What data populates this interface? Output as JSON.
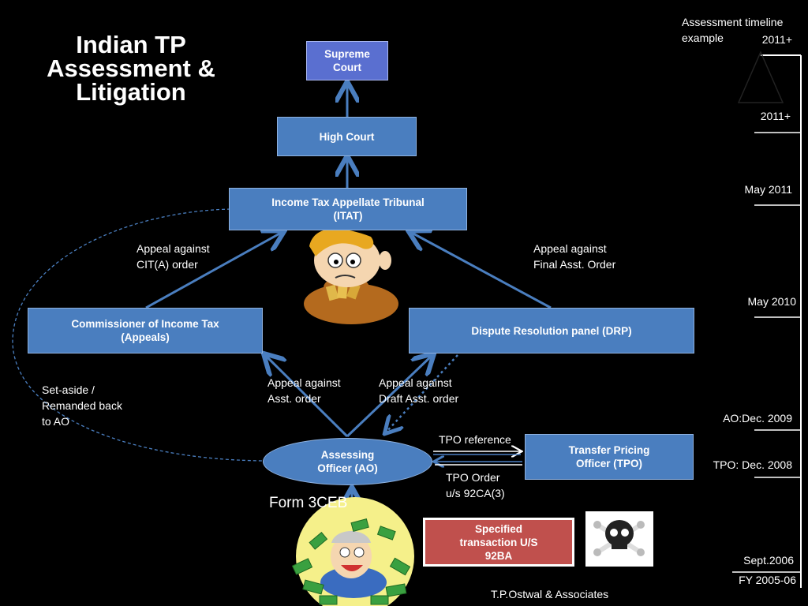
{
  "title": [
    "Indian TP",
    "Assessment &",
    "Litigation"
  ],
  "boxes": {
    "supreme_court": "Supreme Court",
    "high_court": "High Court",
    "itat": [
      "Income Tax Appellate Tribunal",
      "(ITAT)"
    ],
    "cita": [
      "Commissioner of Income Tax",
      "(Appeals)"
    ],
    "drp": "Dispute Resolution panel (DRP)",
    "ao": [
      "Assessing",
      "Officer (AO)"
    ],
    "tpo": [
      "Transfer Pricing",
      "Officer (TPO)"
    ],
    "specified": [
      "Specified",
      "transaction U/S",
      "92BA"
    ]
  },
  "labels": {
    "appeal_cita": [
      "Appeal against",
      "CIT(A) order"
    ],
    "appeal_final": [
      "Appeal against",
      "Final Asst. Order"
    ],
    "appeal_asst": [
      "Appeal against",
      "Asst. order"
    ],
    "appeal_draft": [
      "Appeal against",
      "Draft Asst. order"
    ],
    "set_aside": [
      "Set-aside /",
      "Remanded back",
      "to AO"
    ],
    "tpo_reference": "TPO reference",
    "tpo_order": [
      "TPO Order",
      "u/s 92CA(3)"
    ],
    "form": "Form 3CEB",
    "footer": "T.P.Ostwal & Associates"
  },
  "timeline": {
    "heading": [
      "Assessment timeline",
      "example"
    ],
    "items": [
      "2011+",
      "2011+",
      "May 2011",
      "May 2010",
      "AO:Dec. 2009",
      "TPO: Dec. 2008",
      "Sept.2006",
      "FY 2005-06"
    ]
  },
  "colors": {
    "box_blue": "#4a7ebf",
    "supreme_blue": "#5a6fd0",
    "arrow_blue": "#4a7ebf",
    "specified_red": "#c0504d"
  }
}
